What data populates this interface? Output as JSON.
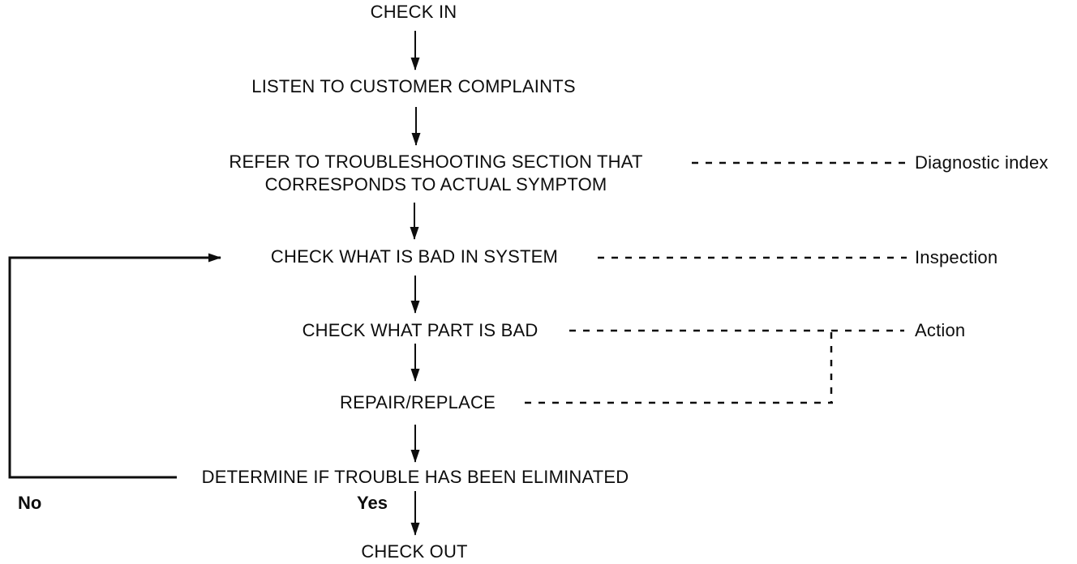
{
  "colors": {
    "ink": "#0d0d0d",
    "background": "#ffffff"
  },
  "flowchart": {
    "nodes": [
      {
        "id": "check-in",
        "label": "CHECK IN"
      },
      {
        "id": "listen-complaints",
        "label": "LISTEN TO CUSTOMER COMPLAINTS"
      },
      {
        "id": "refer-troubleshooting",
        "line1": "REFER TO TROUBLESHOOTING SECTION THAT",
        "line2": "CORRESPONDS TO ACTUAL SYMPTOM"
      },
      {
        "id": "check-system",
        "label": "CHECK WHAT IS BAD IN SYSTEM"
      },
      {
        "id": "check-part",
        "label": "CHECK WHAT PART IS BAD"
      },
      {
        "id": "repair-replace",
        "label": "REPAIR/REPLACE"
      },
      {
        "id": "determine-eliminated",
        "label": "DETERMINE IF TROUBLE HAS BEEN ELIMINATED"
      },
      {
        "id": "check-out",
        "label": "CHECK OUT"
      }
    ],
    "side_labels": [
      {
        "id": "diagnostic-index",
        "label": "Diagnostic index",
        "links_to": "refer-troubleshooting"
      },
      {
        "id": "inspection",
        "label": "Inspection",
        "links_to": "check-system"
      },
      {
        "id": "action",
        "label": "Action",
        "links_to": "check-part and repair-replace"
      }
    ],
    "branches": {
      "no": "No",
      "yes": "Yes"
    }
  }
}
